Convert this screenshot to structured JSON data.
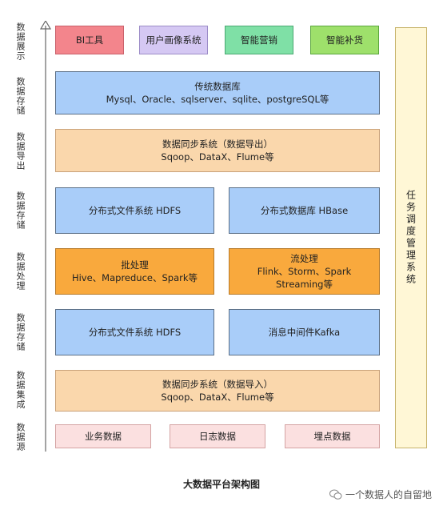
{
  "layers": [
    {
      "label": "数据展示"
    },
    {
      "label": "数据存储"
    },
    {
      "label": "数据导出"
    },
    {
      "label": "数据存储"
    },
    {
      "label": "数据处理"
    },
    {
      "label": "数据存储"
    },
    {
      "label": "数据集成"
    },
    {
      "label": "数据源"
    }
  ],
  "display_apps": [
    "BI工具",
    "用户画像系统",
    "智能营销",
    "智能补货"
  ],
  "traditional_db": {
    "title": "传统数据库",
    "subtitle": "Mysql、Oracle、sqlserver、sqlite、postgreSQL等"
  },
  "sync_export": {
    "title": "数据同步系统（数据导出）",
    "subtitle": "Sqoop、DataX、Flume等"
  },
  "storage_upper": {
    "left": "分布式文件系统 HDFS",
    "right": "分布式数据库 HBase"
  },
  "processing": {
    "batch_title": "批处理",
    "batch_subtitle": "Hive、Mapreduce、Spark等",
    "stream_title": "流处理",
    "stream_subtitle": "Flink、Storm、Spark Streaming等"
  },
  "storage_lower": {
    "left": "分布式文件系统 HDFS",
    "right": "消息中间件Kafka"
  },
  "sync_import": {
    "title": "数据同步系统（数据导入）",
    "subtitle": "Sqoop、DataX、Flume等"
  },
  "sources": [
    "业务数据",
    "日志数据",
    "埋点数据"
  ],
  "scheduler": "任务调度管理系统",
  "caption": "大数据平台架构图",
  "watermark": "一个数据人的自留地",
  "colors": {
    "blue": "#a9cdf9",
    "peach": "#fad7ac",
    "orange": "#f9a93d",
    "source_pink": "#f6c1c5"
  }
}
